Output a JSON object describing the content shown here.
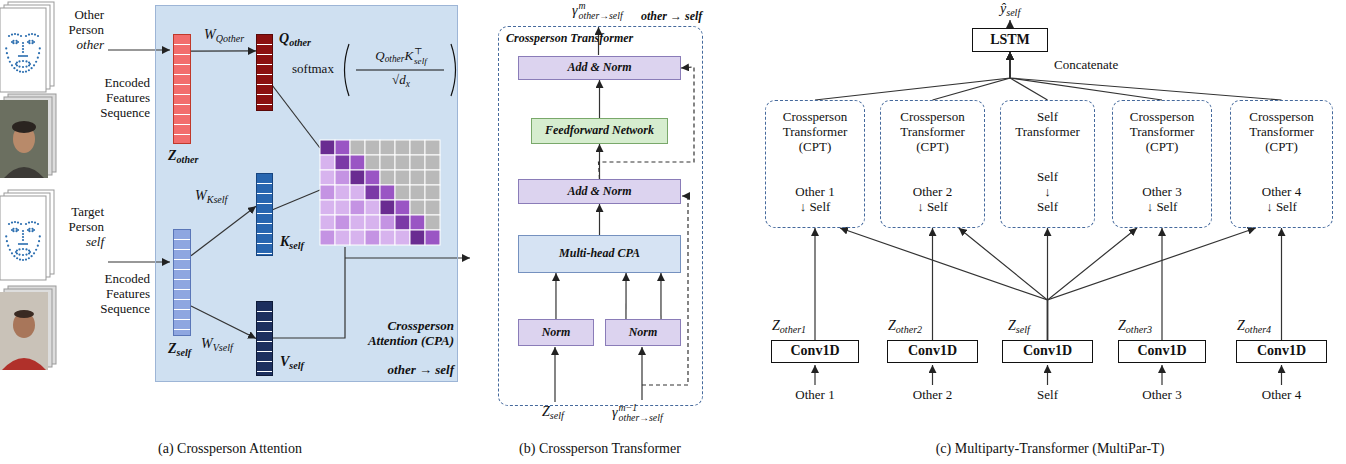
{
  "diagram": {
    "nodes": [
      {
        "text": [
          "Crossperson Attention (CPA)",
          "other → self"
        ]
      },
      {
        "text": [
          "Zother"
        ],
        "in": 0
      },
      {
        "text": [
          "Qother"
        ],
        "in": 0
      },
      {
        "text": [
          "Kself"
        ],
        "in": 0
      },
      {
        "text": [
          "Vself"
        ],
        "in": 0
      },
      {
        "text": [
          "Zself"
        ],
        "in": 0
      },
      {
        "text": [
          "Crossperson Transformer",
          "other → self"
        ]
      },
      {
        "text": [
          "Add & Norm"
        ],
        "in": 6
      },
      {
        "text": [
          "Feedforward Network"
        ],
        "in": 6
      },
      {
        "text": [
          "Add & Norm"
        ],
        "in": 6
      },
      {
        "text": [
          "Multi-head CPA"
        ],
        "in": 6
      },
      {
        "text": [
          "Norm"
        ],
        "in": 6
      },
      {
        "text": [
          "Norm"
        ],
        "in": 6
      },
      {
        "text": [
          "LSTM"
        ]
      },
      {
        "text": [
          "Crossperson Transformer (CPT)",
          "Other 1 ↓ Self"
        ]
      },
      {
        "text": [
          "Crossperson Transformer (CPT)",
          "Other 2 ↓ Self"
        ]
      },
      {
        "text": [
          "Self Transformer",
          "Self ↓ Self"
        ]
      },
      {
        "text": [
          "Crossperson Transformer (CPT)",
          "Other 3 ↓ Self"
        ]
      },
      {
        "text": [
          "Crossperson Transformer (CPT)",
          "Other 4 ↓ Self"
        ]
      },
      {
        "text": [
          "Conv1D"
        ]
      },
      {
        "text": [
          "Conv1D"
        ]
      },
      {
        "text": [
          "Conv1D"
        ]
      },
      {
        "text": [
          "Conv1D"
        ]
      },
      {
        "text": [
          "Conv1D"
        ]
      }
    ],
    "edges": [
      {
        "from": 1,
        "to": 2,
        "label": "WQother",
        "arrow": "to"
      },
      {
        "from": 5,
        "to": 3,
        "label": "WKself",
        "arrow": "to"
      },
      {
        "from": 5,
        "to": 4,
        "label": "WVself",
        "arrow": "to"
      },
      {
        "from": 11,
        "to": 10,
        "arrow": "to"
      },
      {
        "from": 12,
        "to": 10,
        "arrow": "to"
      },
      {
        "from": 12,
        "to": 10,
        "arrow": "to"
      },
      {
        "from": 10,
        "to": 9,
        "arrow": "to"
      },
      {
        "from": 9,
        "to": 8,
        "arrow": "to"
      },
      {
        "from": 8,
        "to": 7,
        "arrow": "to"
      },
      {
        "from": 9,
        "to": 7,
        "arrow": "to"
      },
      {
        "from": 19,
        "to": 14,
        "arrow": "to"
      },
      {
        "from": 20,
        "to": 15,
        "arrow": "to"
      },
      {
        "from": 21,
        "to": 14,
        "arrow": "to"
      },
      {
        "from": 21,
        "to": 15,
        "arrow": "to"
      },
      {
        "from": 21,
        "to": 16,
        "arrow": "to"
      },
      {
        "from": 21,
        "to": 17,
        "arrow": "to"
      },
      {
        "from": 21,
        "to": 18,
        "arrow": "to"
      },
      {
        "from": 22,
        "to": 17,
        "arrow": "to"
      },
      {
        "from": 23,
        "to": 18,
        "arrow": "to"
      },
      {
        "from": 14,
        "to": 13,
        "arrow": "to"
      },
      {
        "from": 15,
        "to": 13,
        "arrow": "to"
      },
      {
        "from": 16,
        "to": 13,
        "arrow": "to"
      },
      {
        "from": 17,
        "to": 13,
        "arrow": "to"
      },
      {
        "from": 18,
        "to": 13,
        "arrow": "to"
      }
    ],
    "labels": [
      "Other Person other",
      "Encoded Features Sequence",
      "Target Person self",
      "Encoded Features Sequence",
      "softmax",
      "QotherK⊤self",
      "√dx",
      "(a) Crossperson Attention",
      "γmother→self",
      "Zself",
      "γm−1other→self",
      "(b) Crossperson Transformer",
      "ŷself",
      "Concatenate",
      "Zother1",
      "Zother2",
      "Zself",
      "Zother3",
      "Zother4",
      "Other 1",
      "Other 2",
      "Self",
      "Other 3",
      "Other 4",
      "(c) Multiparty-Transformer (MultiPar-T)"
    ]
  }
}
